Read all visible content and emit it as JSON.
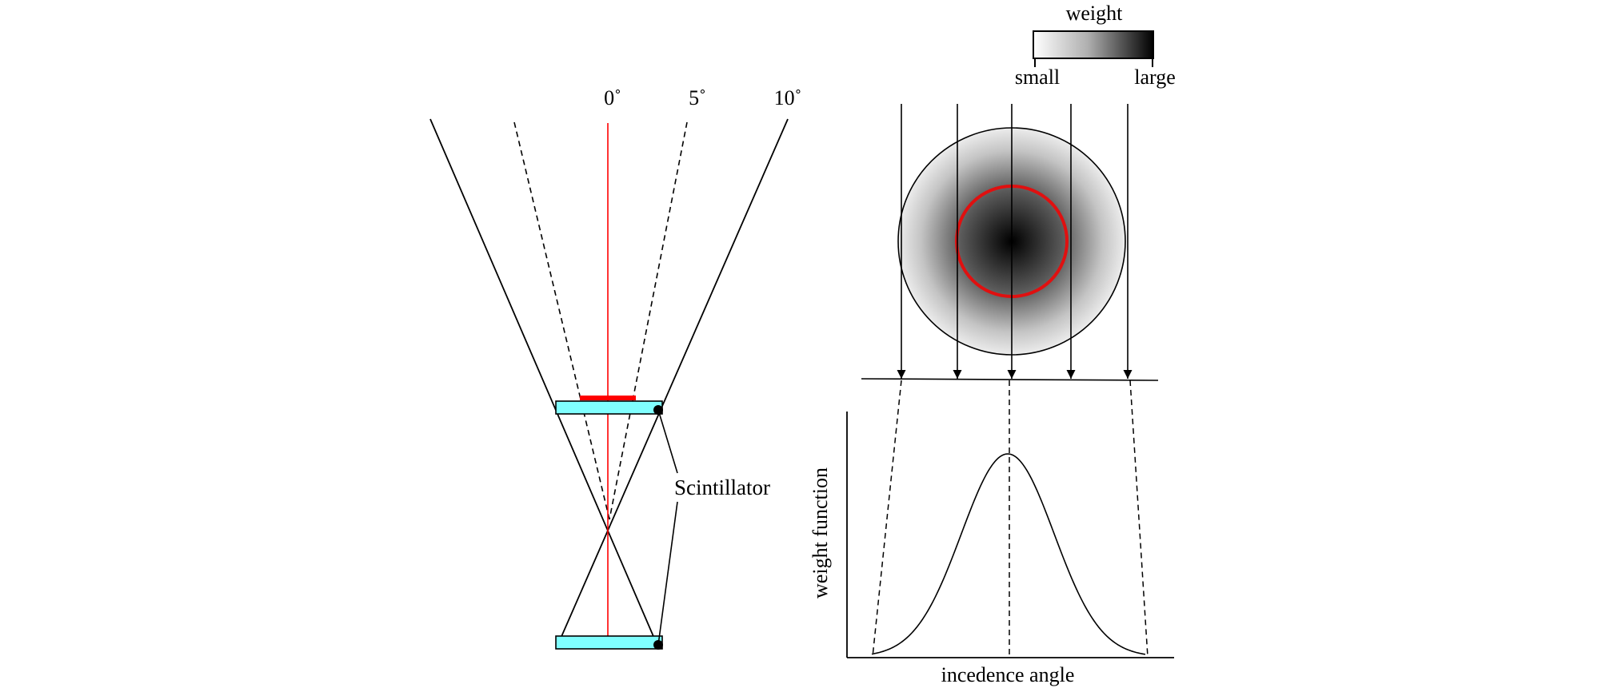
{
  "left_diagram": {
    "angle_labels": [
      "0˚",
      "5˚",
      "10˚"
    ],
    "scintillator_label": "Scintillator",
    "colors": {
      "scintillator_fill": "#80ffff",
      "highlight": "#ff0000",
      "line": "#000000"
    }
  },
  "colorbar": {
    "title": "weight",
    "low_label": "small",
    "high_label": "large"
  },
  "weight_plot": {
    "ylabel": "weight function",
    "xlabel": "incedence angle"
  }
}
